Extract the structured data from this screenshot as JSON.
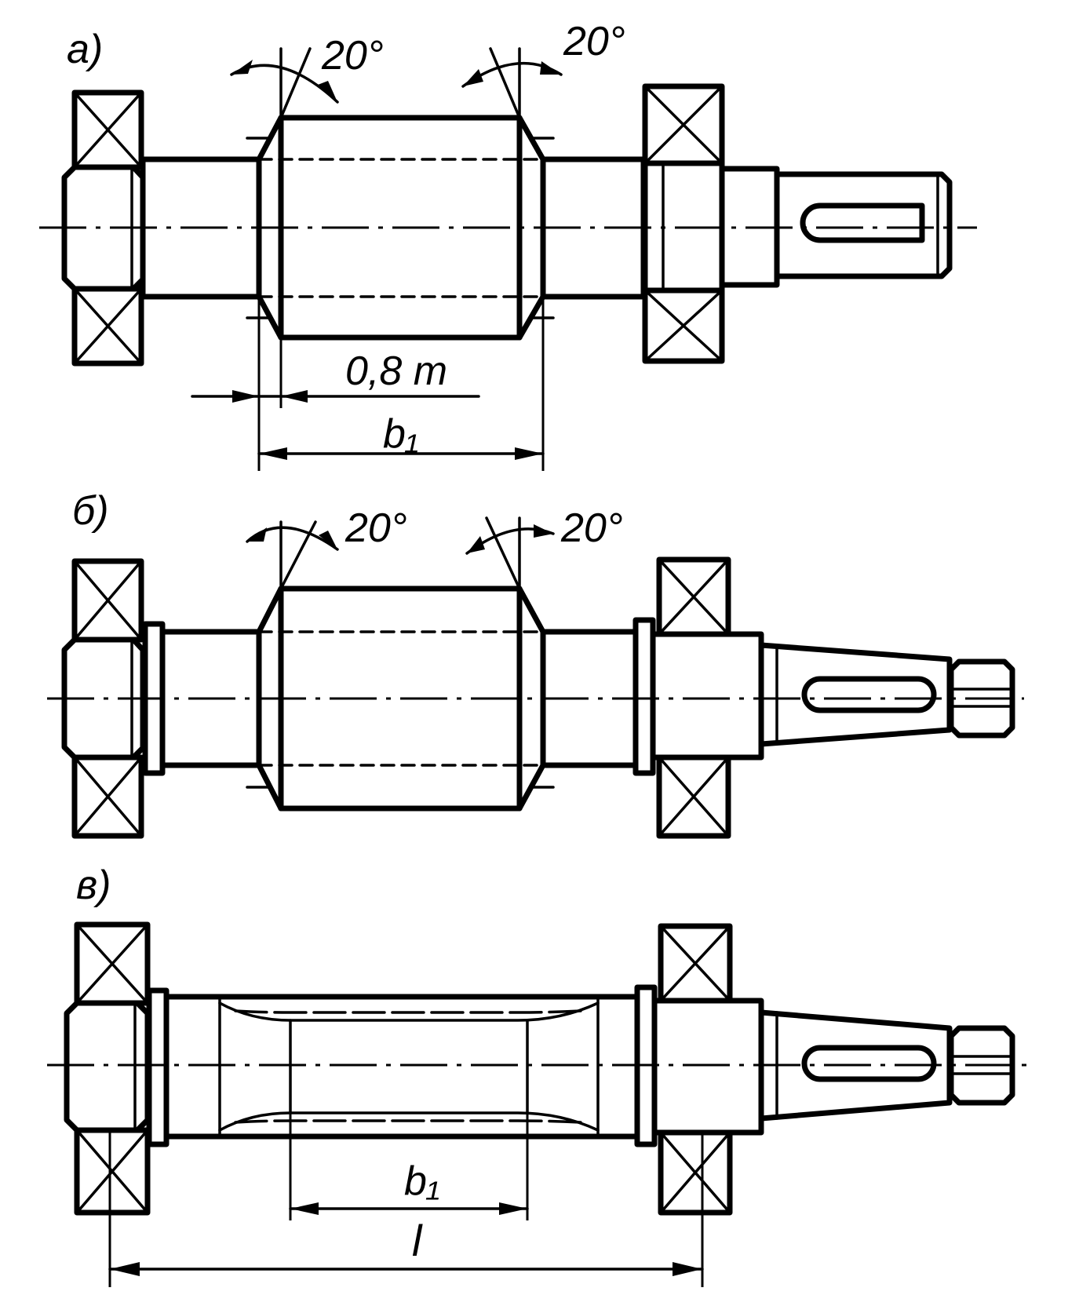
{
  "views": {
    "a": {
      "label": "а)",
      "angle_left": "20°",
      "angle_right": "20°",
      "dim_offset": "0,8 m",
      "dim_width": "b₁"
    },
    "b": {
      "label": "б)",
      "angle_left": "20°",
      "angle_right": "20°"
    },
    "c": {
      "label": "в)",
      "dim_width": "b₁",
      "dim_length": "l"
    }
  }
}
